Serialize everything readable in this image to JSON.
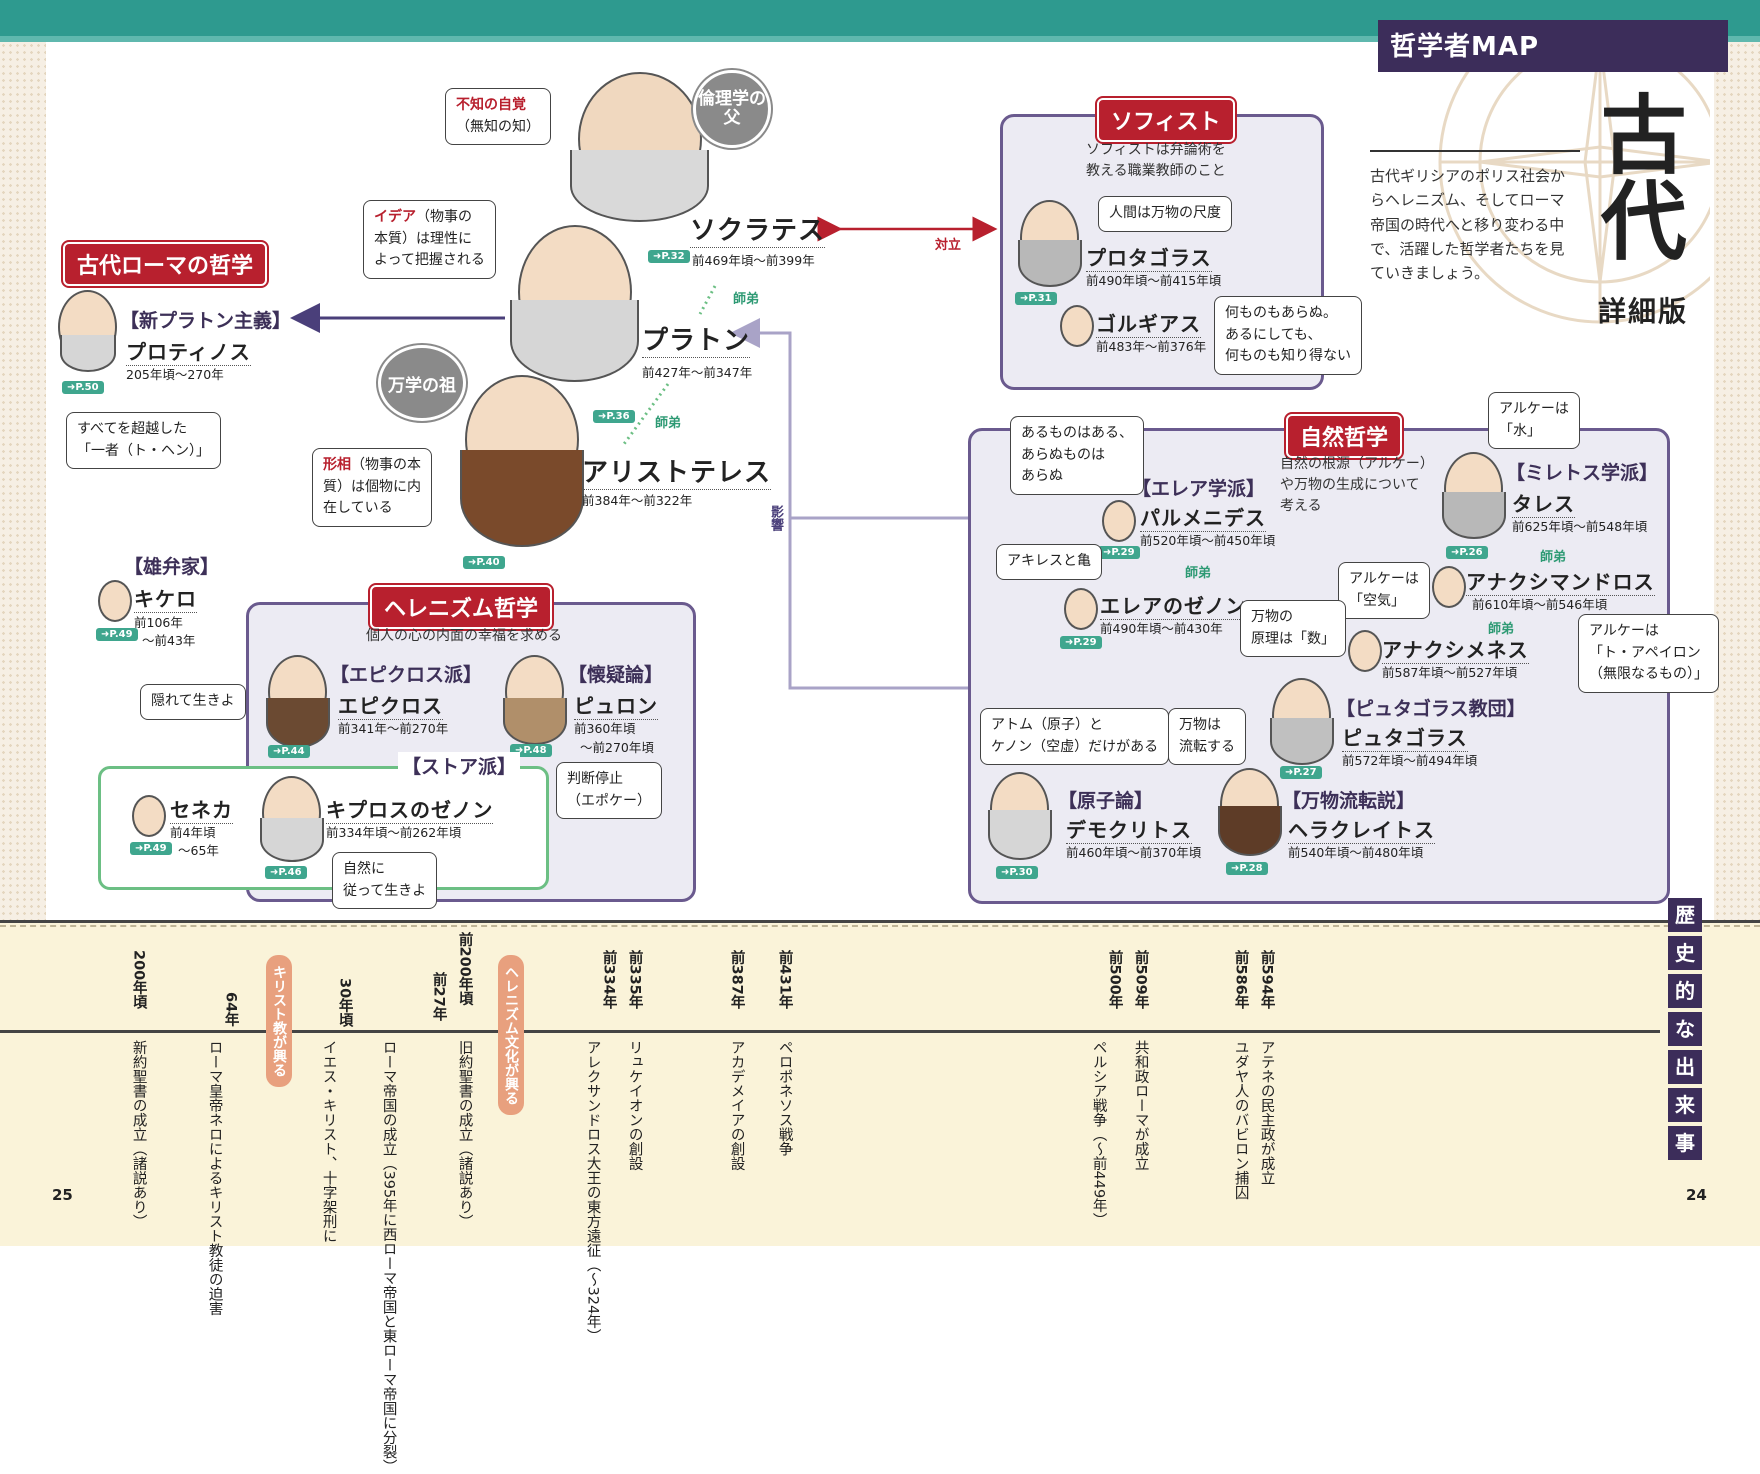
{
  "header": {
    "map_label": "哲学者MAP",
    "title": "古代",
    "subtitle": "詳細版",
    "intro": [
      "古代ギリシアのポリス社会か",
      "らヘレニズム、そしてローマ",
      "帝国の時代へと移り変わる中",
      "で、活躍した哲学者たちを見",
      "ていきましょう。"
    ]
  },
  "socrates": {
    "name": "ソクラテス",
    "years": "前469年頃～前399年",
    "ref": "➜P.32",
    "badge": "倫理学の父",
    "callout_red": "不知の自覚",
    "callout_rest": "（無知の知）"
  },
  "plato": {
    "name": "プラトン",
    "years": "前427年～前347年",
    "ref": "➜P.36",
    "callout_red": "イデア",
    "callout": [
      "（物事の",
      "本質）は理性に",
      "よって把握される"
    ]
  },
  "aristotle": {
    "name": "アリストテレス",
    "years": "前384年～前322年",
    "ref": "➜P.40",
    "badge": "万学の祖",
    "callout_red": "形相",
    "callout": [
      "（物事の本",
      "質）は個物に内",
      "在している"
    ]
  },
  "relations": {
    "master1": "師弟",
    "master2": "師弟",
    "oppose": "対立",
    "influence": "影響"
  },
  "rome": {
    "label": "古代ローマの哲学",
    "school": "【新プラトン主義】",
    "name": "プロティノス",
    "years": "205年頃～270年",
    "ref": "➜P.50",
    "callout": [
      "すべてを超越した",
      "「一者（ト・ヘン）」"
    ]
  },
  "cicero": {
    "school": "【雄弁家】",
    "name": "キケロ",
    "years1": "前106年",
    "years2": "～前43年",
    "ref": "➜P.49"
  },
  "hellenism": {
    "label": "ヘレニズム哲学",
    "desc": "個人の心の内面の幸福を求める",
    "epicurus": {
      "school": "【エピクロス派】",
      "name": "エピクロス",
      "years": "前341年～前270年",
      "ref": "➜P.44",
      "callout": "隠れて生きよ"
    },
    "pyrrho": {
      "school": "【懐疑論】",
      "name": "ピュロン",
      "years1": "前360年頃",
      "years2": "～前270年頃",
      "ref": "➜P.48",
      "callout": [
        "判断停止",
        "（エポケー）"
      ]
    },
    "stoic": {
      "school": "【ストア派】",
      "name": "キプロスのゼノン",
      "years": "前334年頃～前262年頃",
      "ref": "➜P.46",
      "callout": [
        "自然に",
        "従って生きよ"
      ]
    },
    "seneca": {
      "name": "セネカ",
      "years1": "前4年頃",
      "years2": "～65年",
      "ref": "➜P.49"
    }
  },
  "sophist": {
    "label": "ソフィスト",
    "desc": [
      "ソフィストは弁論術を",
      "教える職業教師のこと"
    ],
    "protagoras": {
      "name": "プロタゴラス",
      "years": "前490年頃～前415年頃",
      "ref": "➜P.31",
      "callout": "人間は万物の尺度"
    },
    "gorgias": {
      "name": "ゴルギアス",
      "years": "前483年～前376年",
      "callout": [
        "何ものもあらぬ。",
        "あるにしても、",
        "何ものも知り得ない"
      ]
    }
  },
  "nature": {
    "label": "自然哲学",
    "desc": [
      "自然の根源（アルケー）",
      "や万物の生成について",
      "考える"
    ],
    "parmenides": {
      "school": "【エレア学派】",
      "name": "パルメニデス",
      "years": "前520年頃～前450年頃",
      "ref": "➜P.29",
      "callout": [
        "あるものはある、",
        "あらぬものは",
        "あらぬ"
      ]
    },
    "zeno": {
      "name": "エレアのゼノン",
      "years": "前490年頃～前430年",
      "ref": "➜P.29",
      "callout": "アキレスと亀",
      "rel": "師弟"
    },
    "thales": {
      "school": "【ミレトス学派】",
      "name": "タレス",
      "years": "前625年頃～前548年頃",
      "ref": "➜P.26",
      "callout": [
        "アルケーは",
        "「水」"
      ]
    },
    "anaximander": {
      "name": "アナクシマンドロス",
      "years": "前610年頃～前546年頃",
      "rel": "師弟",
      "callout": [
        "アルケーは",
        "「ト・アペイロン",
        "（無限なるもの）」"
      ]
    },
    "anaximenes": {
      "name": "アナクシメネス",
      "years": "前587年頃～前527年頃",
      "rel": "師弟",
      "callout": [
        "アルケーは",
        "「空気」"
      ]
    },
    "pythagoras": {
      "school": "【ピュタゴラス教団】",
      "name": "ピュタゴラス",
      "years": "前572年頃～前494年頃",
      "ref": "➜P.27",
      "callout": [
        "万物の",
        "原理は「数」"
      ]
    },
    "democritus": {
      "school": "【原子論】",
      "name": "デモクリトス",
      "years": "前460年頃～前370年頃",
      "ref": "➜P.30",
      "callout": [
        "アトム（原子）と",
        "ケノン（空虚）だけがある"
      ]
    },
    "heraclitus": {
      "school": "【万物流転説】",
      "name": "ヘラクレイトス",
      "years": "前540年頃～前480年頃",
      "ref": "➜P.28",
      "callout": [
        "万物は",
        "流転する"
      ]
    }
  },
  "timeline": {
    "history_label": [
      "歴",
      "史",
      "的",
      "な",
      "出",
      "来",
      "事"
    ],
    "pill_christ": "キリスト教が興る",
    "pill_hell": "ヘレニズム文化が興る",
    "events": [
      {
        "year": "前594年",
        "text": "アテネの民主政が成立"
      },
      {
        "year": "前586年",
        "text": "ユダヤ人のバビロン捕囚"
      },
      {
        "year": "前509年",
        "text": "共和政ローマが成立"
      },
      {
        "year": "前500年",
        "text": "ペルシア戦争（～前449年）"
      },
      {
        "year": "前431年",
        "text": "ペロポネソス戦争"
      },
      {
        "year": "前387年",
        "text": "アカデメイアの創設"
      },
      {
        "year": "前335年",
        "text": "リュケイオンの創設"
      },
      {
        "year": "前334年",
        "text": "アレクサンドロス大王の東方遠征（～324年）"
      },
      {
        "year": "前200年頃",
        "text": "旧約聖書の成立（諸説あり）"
      },
      {
        "year": "前27年",
        "text": "ローマ帝国の成立（395年に西ローマ帝国と東ローマ帝国に分裂）"
      },
      {
        "year": "30年頃",
        "text": "イエス・キリスト、十字架刑に"
      },
      {
        "year": "64年",
        "text": "ローマ皇帝ネロによるキリスト教徒の迫害"
      },
      {
        "year": "200年頃",
        "text": "新約聖書の成立（諸説あり）"
      }
    ],
    "page_left": "25",
    "page_right": "24"
  }
}
